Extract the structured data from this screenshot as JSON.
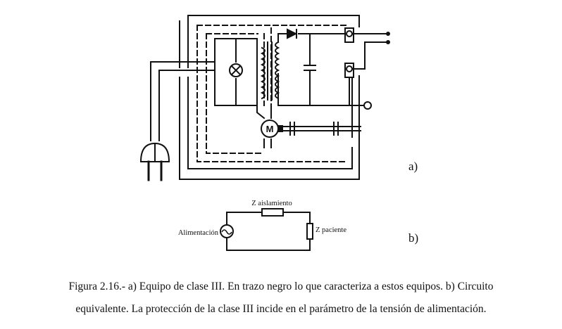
{
  "diagram_a": {
    "label": "a)",
    "motor_symbol": "M"
  },
  "diagram_b": {
    "label": "b)",
    "z_insulation": "Z aislamiento",
    "z_patient": "Z paciente",
    "supply": "Alimentación",
    "source_symbol": "~"
  },
  "caption": {
    "line1": "Figura 2.16.- a) Equipo de clase III. En trazo negro lo que caracteriza a estos equipos. b) Circuito",
    "line2": "equivalente. La protección de la clase III incide en el parámetro de la tensión de alimentación."
  }
}
